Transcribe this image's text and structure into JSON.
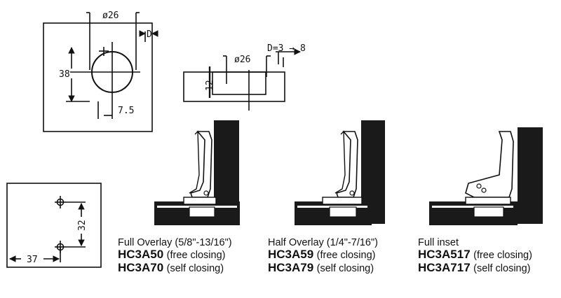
{
  "dimensions": {
    "cup_diameter": "ø26",
    "edge_distance": "D",
    "depth": "38",
    "offset": "7.5",
    "side_diameter": "ø26",
    "side_depth": "12",
    "d_range": "D=3 → 8",
    "plate_spacing": "32",
    "plate_offset": "37"
  },
  "captions": [
    {
      "title": "Full Overlay (5/8\"-13/16\")",
      "models": [
        {
          "code": "HC3A50",
          "note": "(free closing)"
        },
        {
          "code": "HC3A70",
          "note": "(self closing)"
        }
      ]
    },
    {
      "title": "Half Overlay (1/4\"-7/16\")",
      "models": [
        {
          "code": "HC3A59",
          "note": "(free closing)"
        },
        {
          "code": "HC3A79",
          "note": "(self closing)"
        }
      ]
    },
    {
      "title": "Full inset",
      "models": [
        {
          "code": "HC3A517",
          "note": "(free closing)"
        },
        {
          "code": "HC3A717",
          "note": "(self closing)"
        }
      ]
    }
  ]
}
